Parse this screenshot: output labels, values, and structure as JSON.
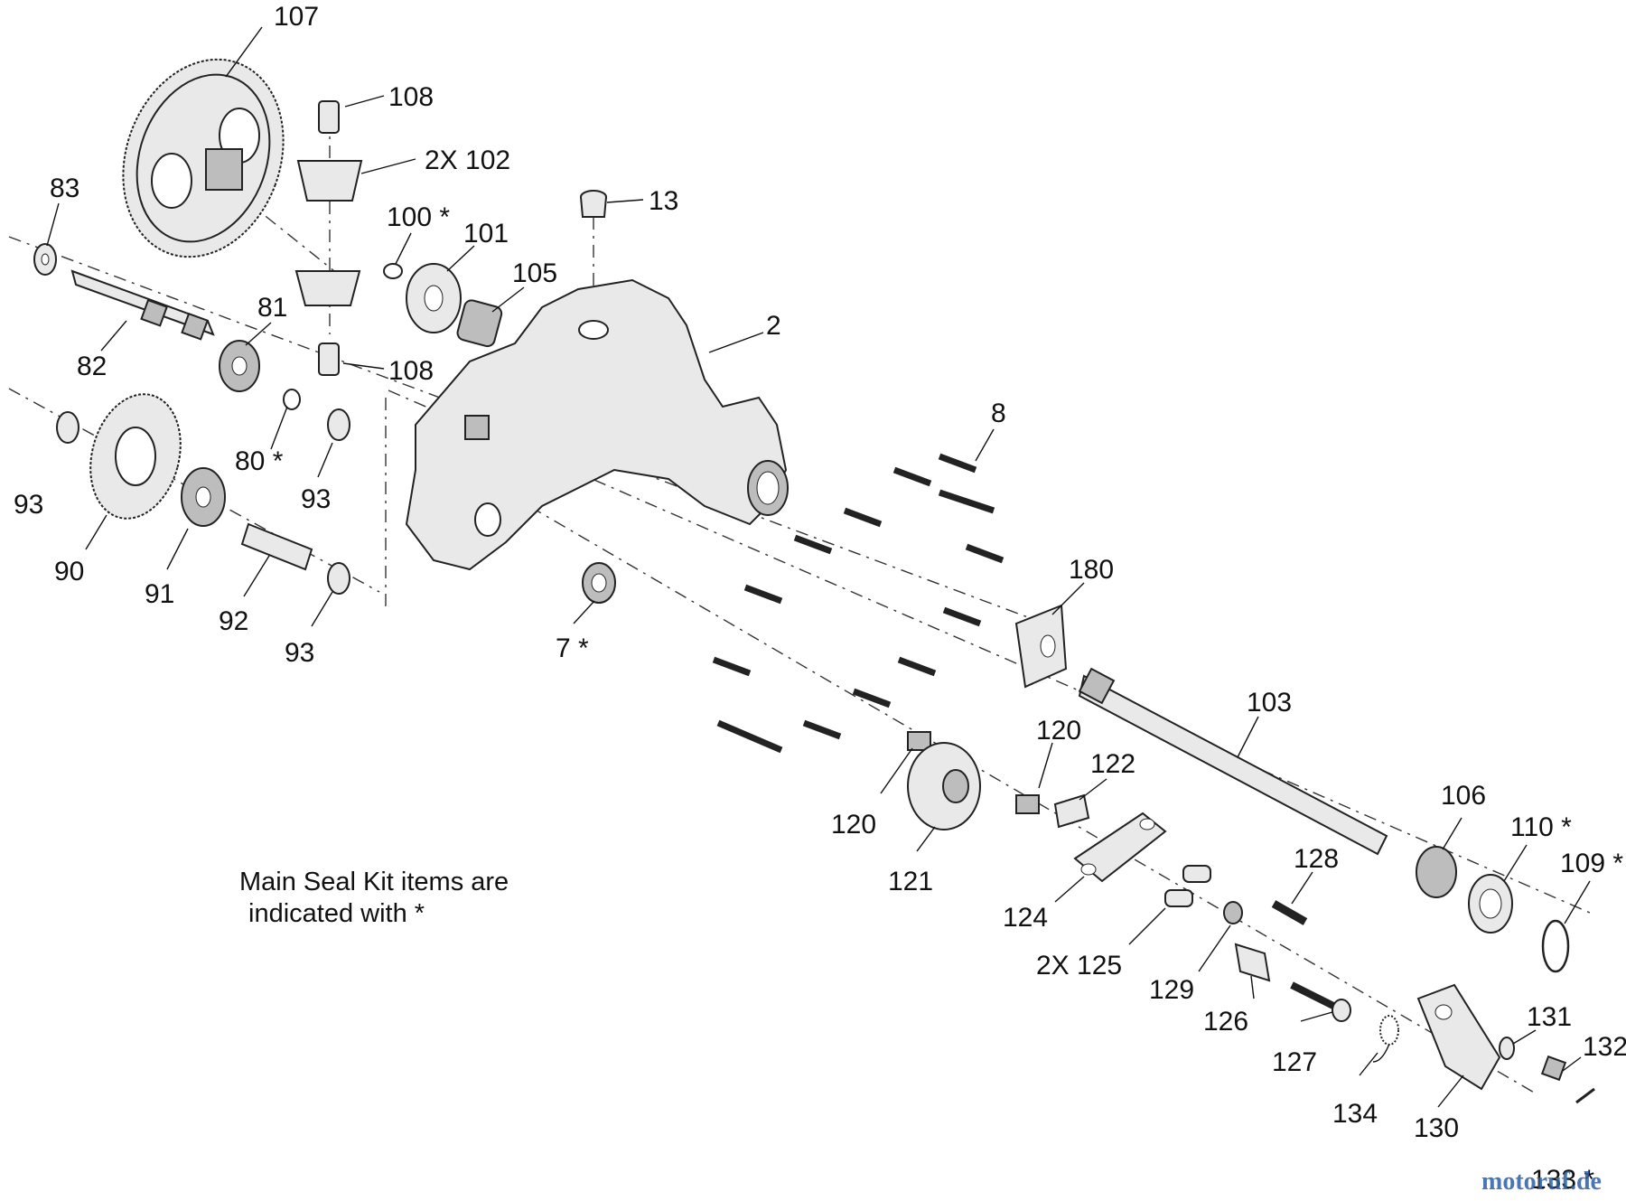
{
  "callouts": [
    {
      "id": "107",
      "text": "107"
    },
    {
      "id": "108a",
      "text": "108"
    },
    {
      "id": "102",
      "text": "2X  102"
    },
    {
      "id": "83",
      "text": "83"
    },
    {
      "id": "100",
      "text": "100 *"
    },
    {
      "id": "101",
      "text": "101"
    },
    {
      "id": "13",
      "text": "13"
    },
    {
      "id": "105",
      "text": "105"
    },
    {
      "id": "81",
      "text": "81"
    },
    {
      "id": "82",
      "text": "82"
    },
    {
      "id": "108b",
      "text": "108"
    },
    {
      "id": "2",
      "text": "2"
    },
    {
      "id": "8",
      "text": "8"
    },
    {
      "id": "93a",
      "text": "93"
    },
    {
      "id": "80",
      "text": "80 *"
    },
    {
      "id": "93b",
      "text": "93"
    },
    {
      "id": "90",
      "text": "90"
    },
    {
      "id": "91",
      "text": "91"
    },
    {
      "id": "92",
      "text": "92"
    },
    {
      "id": "93c",
      "text": "93"
    },
    {
      "id": "7",
      "text": "7 *"
    },
    {
      "id": "180",
      "text": "180"
    },
    {
      "id": "103",
      "text": "103"
    },
    {
      "id": "120a",
      "text": "120"
    },
    {
      "id": "122",
      "text": "122"
    },
    {
      "id": "120b",
      "text": "120"
    },
    {
      "id": "121",
      "text": "121"
    },
    {
      "id": "106",
      "text": "106"
    },
    {
      "id": "110",
      "text": "110 *"
    },
    {
      "id": "109",
      "text": "109 *"
    },
    {
      "id": "128",
      "text": "128"
    },
    {
      "id": "124",
      "text": "124"
    },
    {
      "id": "125",
      "text": "2X  125"
    },
    {
      "id": "129",
      "text": "129"
    },
    {
      "id": "126",
      "text": "126"
    },
    {
      "id": "127",
      "text": "127"
    },
    {
      "id": "131",
      "text": "131"
    },
    {
      "id": "132",
      "text": "132"
    },
    {
      "id": "134",
      "text": "134"
    },
    {
      "id": "130",
      "text": "130"
    },
    {
      "id": "133",
      "text": "133 *"
    }
  ],
  "note": {
    "line1": "Main Seal Kit items are",
    "line2": "indicated with *"
  },
  "watermark": "motoruf.de",
  "colors": {
    "line": "#222222",
    "part_fill": "#e9e9e9",
    "background": "#ffffff"
  }
}
